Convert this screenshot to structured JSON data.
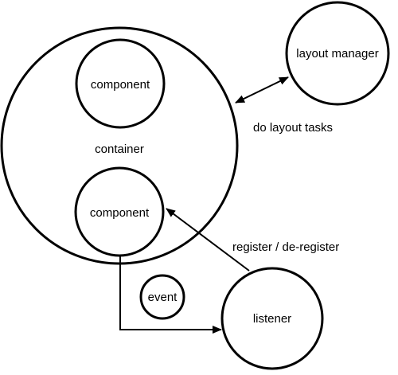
{
  "nodes": {
    "container": "container",
    "component_top": "component",
    "component_bottom": "component",
    "layout_manager": "layout manager",
    "event": "event",
    "listener": "listener"
  },
  "edges": {
    "layout_tasks": "do layout tasks",
    "register": "register / de-register"
  },
  "colors": {
    "stroke": "#000000",
    "fill": "#ffffff"
  }
}
